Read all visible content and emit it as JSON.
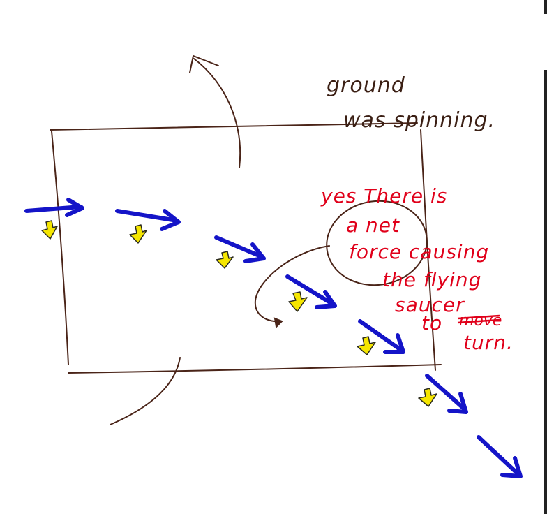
{
  "annotation_brown": {
    "line1": "ground",
    "line2": "was spinning."
  },
  "annotation_red": {
    "line1": "yes There is",
    "line2": "a net",
    "line3": "force causing",
    "line4": "the flying",
    "line5": "saucer",
    "line6": "to",
    "struck_word": "move",
    "line7": "turn."
  },
  "colors": {
    "frame": "#4a2418",
    "blue_arrow": "#1414c8",
    "yellow_arrow": "#f5e600",
    "red_text": "#e0001a"
  },
  "icons": {
    "velocity_arrow": "blue-velocity-arrow",
    "force_arrow": "yellow-force-arrow",
    "rotation_arrow": "curved-rotation-arrow"
  }
}
